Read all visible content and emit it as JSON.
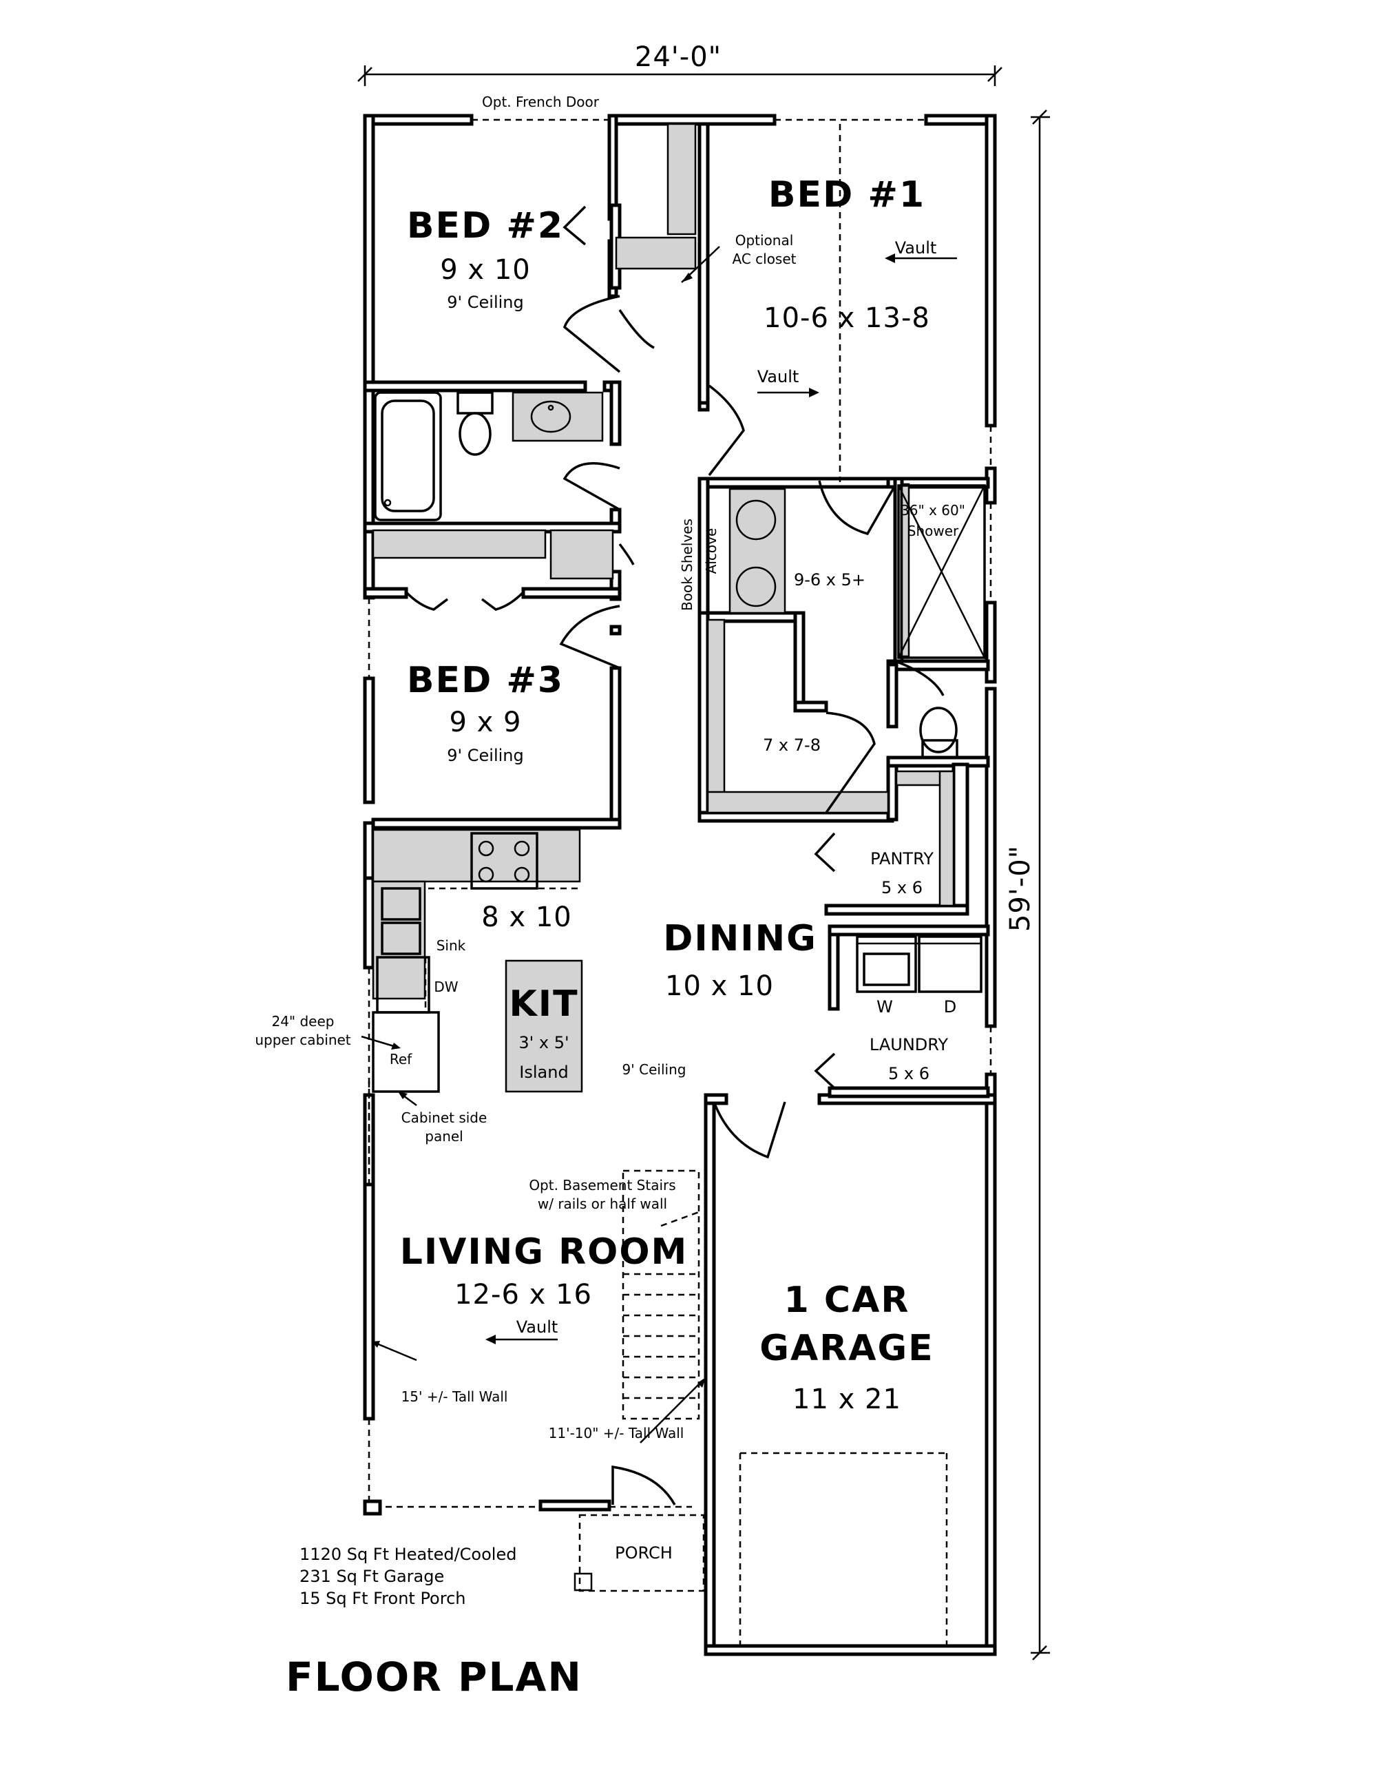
{
  "dimensions": {
    "width_label": "24'-0\"",
    "depth_label": "59'-0\""
  },
  "rooms": {
    "bed2": {
      "name": "BED #2",
      "size": "9 x 10",
      "ceiling": "9' Ceiling"
    },
    "bed1": {
      "name": "BED #1",
      "size": "10-6 x 13-8",
      "vault_top": "Vault",
      "vault_bottom": "Vault"
    },
    "bed3": {
      "name": "BED #3",
      "size": "9 x 9",
      "ceiling": "9' Ceiling"
    },
    "master_bath": {
      "size": "9-6 x 5+",
      "shower": "36\" x 60\"",
      "shower_label": "Shower"
    },
    "closet": {
      "size": "7 x 7-8"
    },
    "pantry": {
      "name": "PANTRY",
      "size": "5 x 6"
    },
    "laundry": {
      "name": "LAUNDRY",
      "size": "5 x 6",
      "washer": "W",
      "dryer": "D"
    },
    "kitchen": {
      "size": "8 x 10",
      "sink": "Sink",
      "dishwasher": "DW",
      "fridge": "Ref",
      "island_name": "KIT",
      "island_size": "3' x 5'",
      "island_label": "Island"
    },
    "dining": {
      "name": "DINING",
      "size": "10 x 10",
      "ceiling": "9' Ceiling"
    },
    "living": {
      "name": "LIVING ROOM",
      "size": "12-6 x 16",
      "vault": "Vault"
    },
    "garage": {
      "name_line1": "1 CAR",
      "name_line2": "GARAGE",
      "size": "11 x 21"
    },
    "porch": {
      "name": "PORCH"
    }
  },
  "notes": {
    "french_door": "Opt. French Door",
    "ac_closet_line1": "Optional",
    "ac_closet_line2": "AC closet",
    "book_shelves": "Book Shelves",
    "alcove": "Alcove",
    "upper_cabinet_line1": "24\" deep",
    "upper_cabinet_line2": "upper cabinet",
    "cabinet_panel_line1": "Cabinet side",
    "cabinet_panel_line2": "panel",
    "basement_stairs_line1": "Opt. Basement Stairs",
    "basement_stairs_line2": "w/ rails or half wall",
    "tall_wall_15": "15' +/- Tall Wall",
    "tall_wall_11": "11'-10\" +/- Tall Wall"
  },
  "areas": [
    "1120 Sq Ft Heated/Cooled",
    "231 Sq Ft Garage",
    "15 Sq Ft Front Porch"
  ],
  "plan_title": "FLOOR PLAN"
}
